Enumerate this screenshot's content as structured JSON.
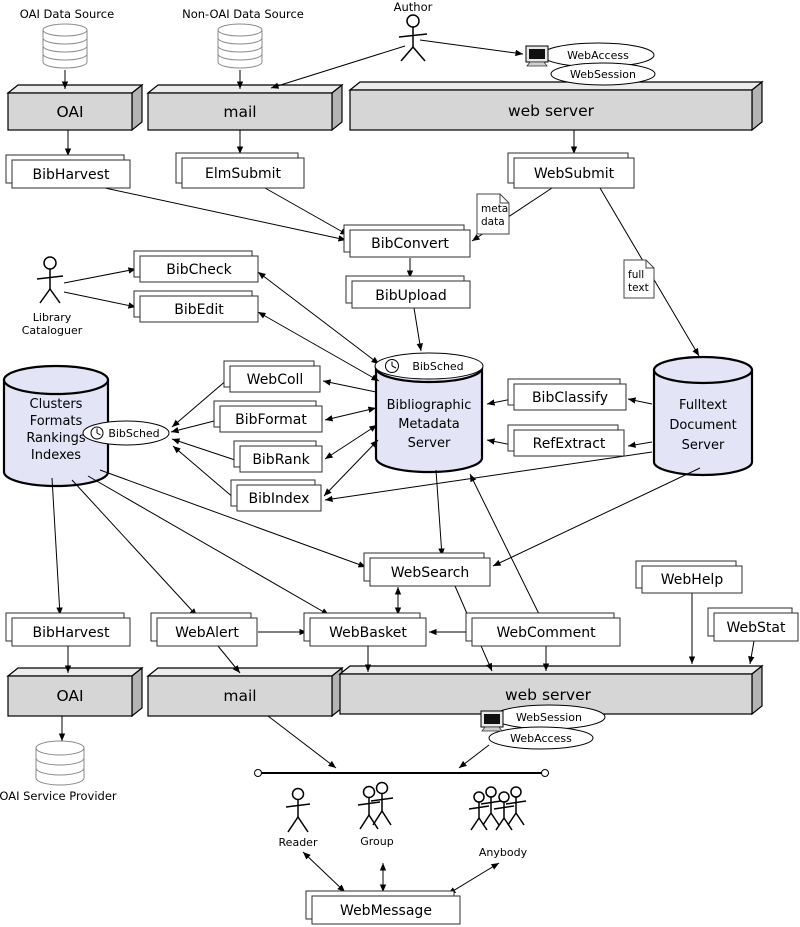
{
  "colors": {
    "box3d_front": "#d6d6d6",
    "box3d_top": "#ececec",
    "box3d_side": "#b3b3b3",
    "cylinder_fill": "#e4e4f7",
    "module_fill": "#ffffff",
    "stroke": "#000000"
  },
  "top": {
    "oai_data_source_label": "OAI Data Source",
    "non_oai_data_source_label": "Non-OAI Data Source",
    "author_label": "Author",
    "webaccess_label": "WebAccess",
    "websession_label": "WebSession",
    "oai_box_label": "OAI",
    "mail_box_label": "mail",
    "web_server_box_label": "web server"
  },
  "modules": {
    "bibharvest_top": "BibHarvest",
    "elmsubmit": "ElmSubmit",
    "websubmit": "WebSubmit",
    "bibconvert": "BibConvert",
    "bibcheck": "BibCheck",
    "bibedit": "BibEdit",
    "bibupload": "BibUpload",
    "webcoll": "WebColl",
    "bibformat": "BibFormat",
    "bibrank": "BibRank",
    "bibindex": "BibIndex",
    "bibclassify": "BibClassify",
    "refextract": "RefExtract",
    "websearch": "WebSearch",
    "webhelp": "WebHelp",
    "bibharvest_bottom": "BibHarvest",
    "webalert": "WebAlert",
    "webbasket": "WebBasket",
    "webcomment": "WebComment",
    "webstat": "WebStat",
    "webmessage": "WebMessage"
  },
  "notes": {
    "metadata": [
      "meta",
      "data"
    ],
    "fulltext": [
      "full",
      "text"
    ]
  },
  "actors": {
    "library_cataloguer": [
      "Library",
      "Cataloguer"
    ],
    "reader": "Reader",
    "group": "Group",
    "anybody": "Anybody"
  },
  "servers": {
    "bibsched_label": "BibSched",
    "bms": [
      "Bibliographic",
      "Metadata",
      "Server"
    ],
    "fulltext": [
      "Fulltext",
      "Document",
      "Server"
    ],
    "clusters": [
      "Clusters",
      "Formats",
      "Rankings",
      "Indexes"
    ],
    "oai_service_provider_label": "OAI Service Provider"
  },
  "bottom": {
    "oai_box_label": "OAI",
    "mail_box_label": "mail",
    "web_server_box_label": "web server",
    "websession_label": "WebSession",
    "webaccess_label": "WebAccess"
  }
}
